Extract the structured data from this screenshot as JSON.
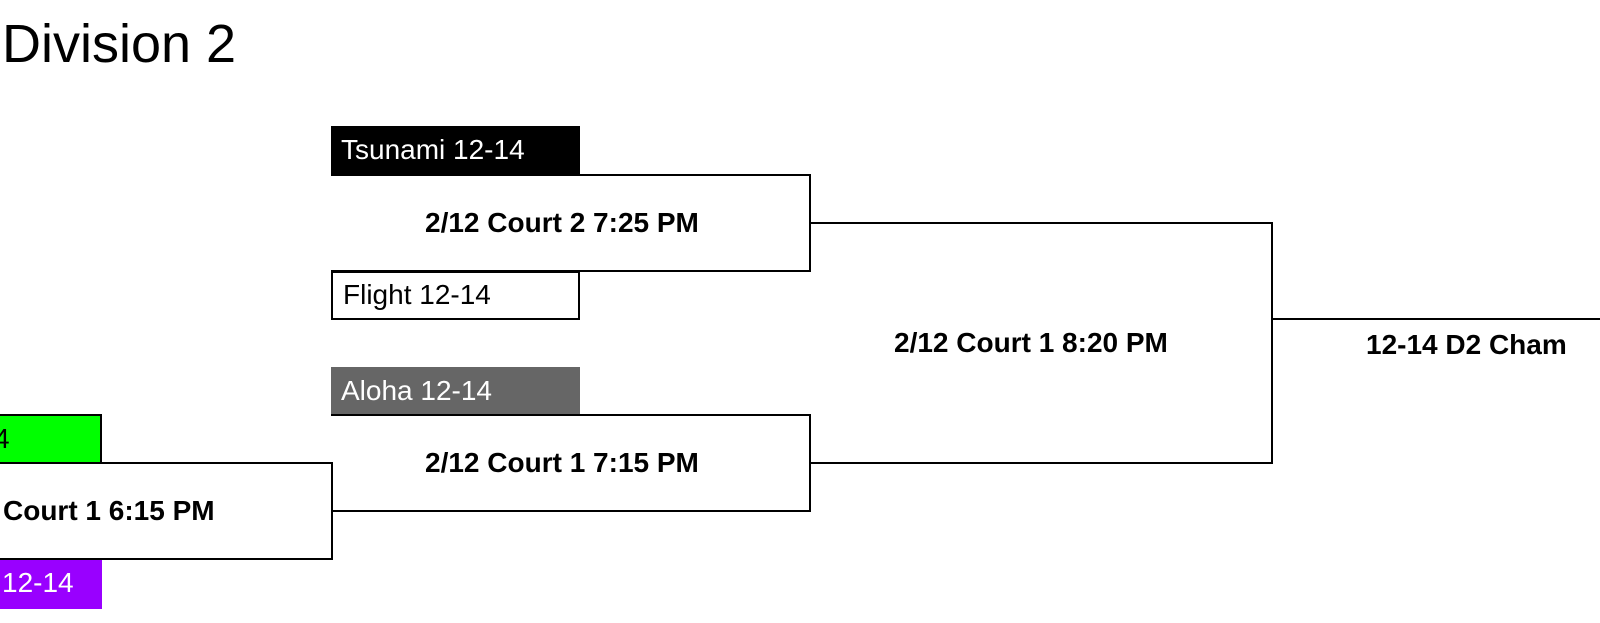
{
  "title": "Division 2",
  "teams": {
    "tsunami": {
      "label": "Tsunami 12-14",
      "bg": "#000000",
      "fg": "#ffffff"
    },
    "flight": {
      "label": "Flight 12-14",
      "bg": "#ffffff",
      "fg": "#000000"
    },
    "aloha": {
      "label": "Aloha 12-14",
      "bg": "#666666",
      "fg": "#ffffff"
    },
    "green_team": {
      "label": "4",
      "bg": "#00ff00",
      "fg": "#000000"
    },
    "purple_team": {
      "label": "12-14",
      "bg": "#9900ff",
      "fg": "#ffffff"
    }
  },
  "games": {
    "game_left": "Court 1 6:15 PM",
    "game_top": "2/12 Court 2 7:25 PM",
    "game_bottom": "2/12 Court 1 7:15 PM",
    "game_semi": "2/12 Court 1 8:20 PM",
    "championship": "12-14 D2 Cham"
  }
}
